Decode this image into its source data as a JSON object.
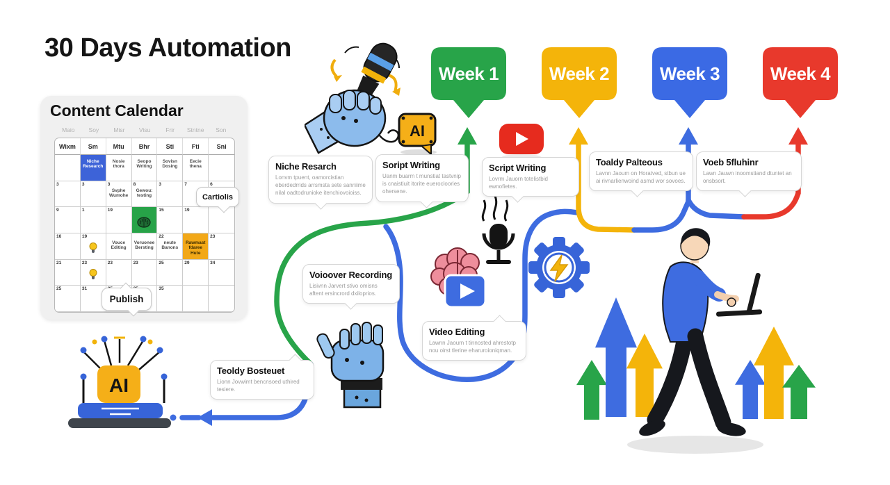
{
  "title": "30 Days Automation",
  "palette": {
    "green": "#28a449",
    "yellow": "#f4b40a",
    "blue": "#3e6ce0",
    "red": "#e8392c",
    "cell_blue": "#3d63d8",
    "cell_green": "#27a348",
    "cell_orange": "#f2a818"
  },
  "badges": {
    "ai_top": "AI",
    "ai_laptop": "AI"
  },
  "calendar": {
    "title": "Content Calendar",
    "ghost_days": [
      "Maio",
      "Soy",
      "Misr",
      "Visu",
      "Frir",
      "Stntne",
      "Son"
    ],
    "day_headers": [
      "Wixm",
      "Sm",
      "Mtu",
      "Bhr",
      "Sti",
      "Fti",
      "Sni"
    ],
    "rows": [
      [
        {
          "text": ""
        },
        {
          "text": "Niche Research",
          "bg": "blue"
        },
        {
          "text": "Nosie thora"
        },
        {
          "text": "Seopo Writing"
        },
        {
          "text": "Sovisn Dosing"
        },
        {
          "text": "Eecie thena"
        },
        {
          "text": ""
        }
      ],
      [
        {
          "num": "3"
        },
        {
          "num": "3"
        },
        {
          "num": "3",
          "text": "Svphe Wumohe"
        },
        {
          "num": "8",
          "text": "Gewou: testing"
        },
        {
          "num": "3"
        },
        {
          "num": "7"
        },
        {
          "num": "6"
        }
      ],
      [
        {
          "num": "9"
        },
        {
          "num": "1"
        },
        {
          "num": "19"
        },
        {
          "bg": "green",
          "icon": "brain"
        },
        {
          "num": "15"
        },
        {
          "num": "19"
        },
        {
          "text": ""
        }
      ],
      [
        {
          "num": "16"
        },
        {
          "num": "19",
          "icon": "bulb"
        },
        {
          "text": "Vouce Editing"
        },
        {
          "text": "Voruonee Bersting"
        },
        {
          "num": "22",
          "text": "neute Banons"
        },
        {
          "text": "Rawmast fdaree Hute",
          "bg": "orange"
        },
        {
          "num": "23"
        }
      ],
      [
        {
          "num": "21"
        },
        {
          "num": "23",
          "icon": "bulb"
        },
        {
          "num": "23"
        },
        {
          "num": "23"
        },
        {
          "num": "25"
        },
        {
          "num": "29"
        },
        {
          "num": "34"
        }
      ],
      [
        {
          "num": "25"
        },
        {
          "num": "31"
        },
        {
          "num": "25"
        },
        {
          "num": "35"
        },
        {
          "num": "35"
        },
        {
          "text": ""
        },
        {
          "text": ""
        }
      ]
    ],
    "bubbles": {
      "cartiolis": "Cartiolis",
      "publish": "Publish"
    }
  },
  "weeks": [
    {
      "label": "Week 1",
      "color": "#28a449"
    },
    {
      "label": "Week 2",
      "color": "#f4b40a"
    },
    {
      "label": "Week 3",
      "color": "#3b6ae4"
    },
    {
      "label": "Week 4",
      "color": "#e8392c"
    }
  ],
  "callouts": [
    {
      "title": "Niche Resarch",
      "body": "Lonvm tpuent, oamorcistian eberdedrrids arrsmsta sete sanniime nilal oadtodrunioke itenchiovoioiss."
    },
    {
      "title": "Soript Writing",
      "body": "Uanm buarm t munstiat tastvnip is cnaistiuit itorite euerocloories ohersene."
    },
    {
      "title": "Script Writing",
      "body": "Lovrm Jauorn totelistbid ewnofietes."
    },
    {
      "title": "Toaldy Palteous",
      "body": "Lavnn Jaoum on Horatved, stbun ue ai rivnarlienwoind asmd wor sovoes."
    },
    {
      "title": "Voeb 5fluhinr",
      "body": "Lawn Jauwn inoomstiand dtuntet an onsbsort."
    },
    {
      "title": "Voioover Recording",
      "body": "Lisivnn Jarvert stivo omisns aftent ersincrord dxiloprios."
    },
    {
      "title": "Video Editing",
      "body": "Lawnn Jaourn t tinnosted ahrestotp nou oirst tlerine eharuroioniqman."
    },
    {
      "title": "Teoldy Bosteuet",
      "body": "Lionn Jovwimt bencnsoed uthired tesiere."
    }
  ],
  "icons": {
    "robot_hand_microphone": "robot-hand-microphone-icon",
    "ai_badge": "ai-chip-badge-icon",
    "youtube": "youtube-play-icon",
    "podcast_mic": "steam-microphone-icon",
    "brain_video": "brain-video-icon",
    "gear_bolt": "gear-lightning-icon",
    "robot_fist": "robot-fist-icon",
    "ai_laptop": "ai-laptop-icon",
    "person": "walking-person-laptop-icon",
    "growth_arrows": "growth-arrows-icon",
    "lightbulb": "lightbulb-icon",
    "brain_doodle": "brain-doodle-icon"
  }
}
